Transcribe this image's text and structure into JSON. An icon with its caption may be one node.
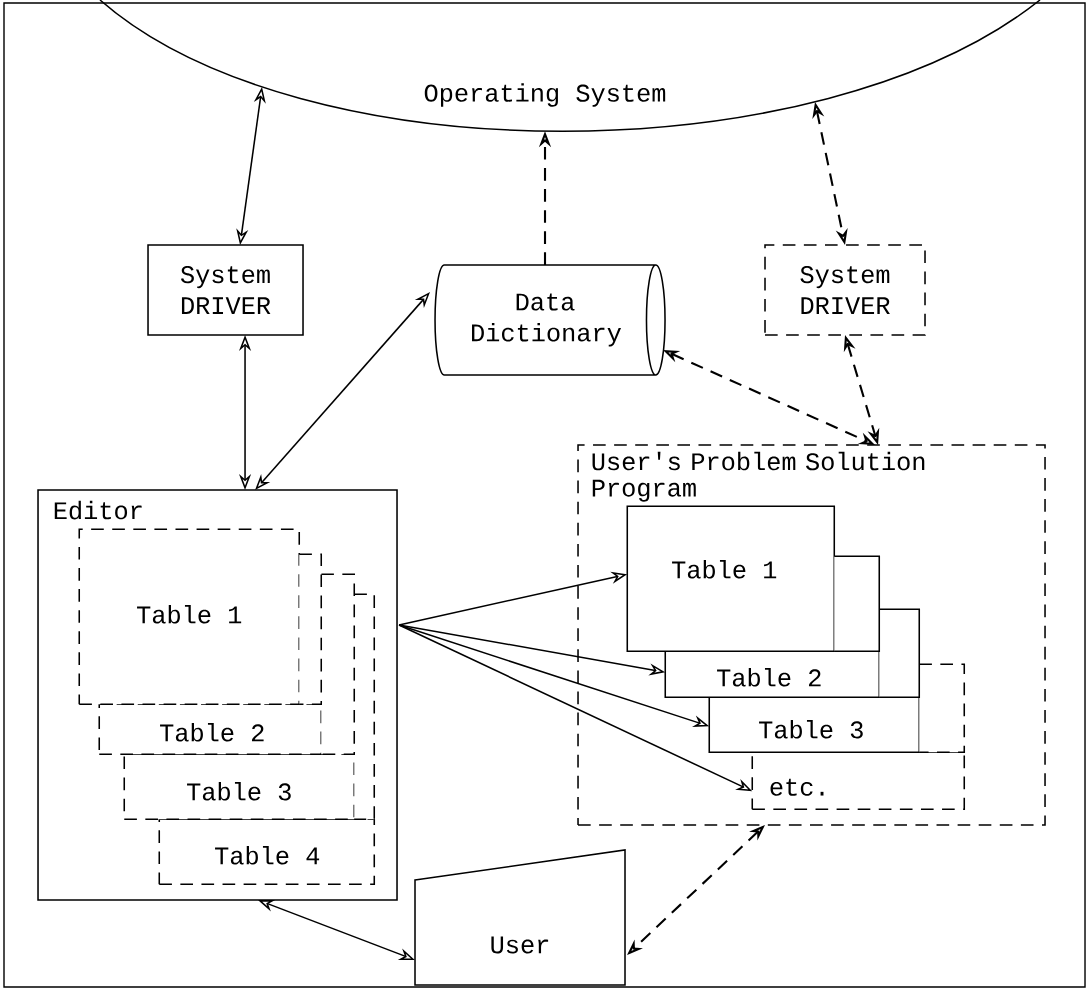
{
  "diagram": {
    "nodes": [
      {
        "text": [
          "Operating System"
        ]
      },
      {
        "text": [
          "System DRIVER"
        ]
      },
      {
        "text": [
          "System DRIVER"
        ]
      },
      {
        "text": [
          "Data Dictionary"
        ]
      },
      {
        "text": [
          "Editor"
        ]
      },
      {
        "text": [
          "Table 1"
        ],
        "in": 4
      },
      {
        "text": [
          "Table 2"
        ],
        "in": 4
      },
      {
        "text": [
          "Table 3"
        ],
        "in": 4
      },
      {
        "text": [
          "Table 4"
        ],
        "in": 4
      },
      {
        "text": [
          "User's Problem Solution Program"
        ]
      },
      {
        "text": [
          "Table 1"
        ],
        "in": 9
      },
      {
        "text": [
          "Table 2"
        ],
        "in": 9
      },
      {
        "text": [
          "Table 3"
        ],
        "in": 9
      },
      {
        "text": [
          "etc."
        ],
        "in": 9
      },
      {
        "text": [
          "User"
        ]
      }
    ],
    "edges": [
      {
        "from": 0,
        "to": 1,
        "arrow": "both"
      },
      {
        "from": 3,
        "to": 0,
        "arrow": "to",
        "style": "dashed"
      },
      {
        "from": 0,
        "to": 2,
        "arrow": "both",
        "style": "dashed"
      },
      {
        "from": 1,
        "to": 4,
        "arrow": "both"
      },
      {
        "from": 4,
        "to": 3,
        "arrow": "both"
      },
      {
        "from": 3,
        "to": 9,
        "arrow": "both",
        "style": "dashed"
      },
      {
        "from": 2,
        "to": 9,
        "arrow": "both",
        "style": "dashed"
      },
      {
        "from": 4,
        "to": 10,
        "arrow": "to"
      },
      {
        "from": 4,
        "to": 11,
        "arrow": "to"
      },
      {
        "from": 4,
        "to": 12,
        "arrow": "to"
      },
      {
        "from": 4,
        "to": 13,
        "arrow": "to"
      },
      {
        "from": 4,
        "to": 14,
        "arrow": "both"
      },
      {
        "from": 9,
        "to": 14,
        "arrow": "both",
        "style": "dashed"
      }
    ]
  }
}
